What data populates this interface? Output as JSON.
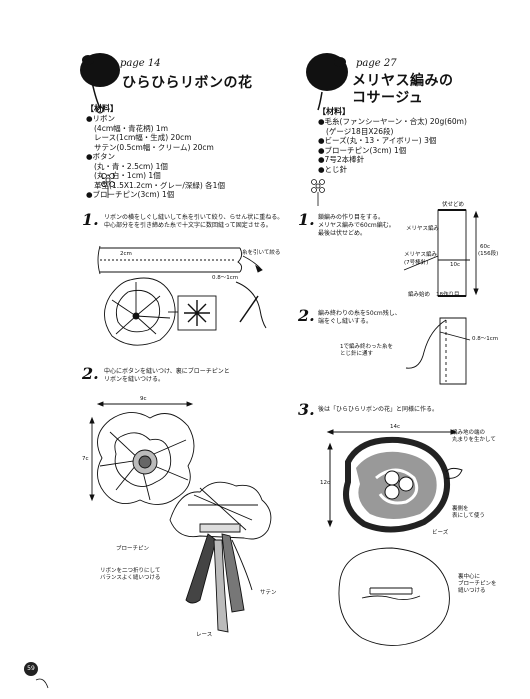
{
  "left": {
    "page_label": "page 14",
    "title": "ひらひらリボンの花",
    "materials_header": "【材料】",
    "materials": [
      "●リボン",
      "(4cm幅・青花柄) 1m",
      "レース(1cm幅・生成) 20cm",
      "サテン(0.5cm幅・クリーム) 20cm",
      "●ボタン",
      "(丸・青・2.5cm) 1個",
      "(丸・白・1cm) 1個",
      "革型(1.5X1.2cm・グレー/深緑) 各1個",
      "●ブローチピン(3cm) 1個"
    ],
    "step1": {
      "num": "1.",
      "text": [
        "リボンの横をしぐし縫いして糸を引いて絞り、らせん状に重ねる。",
        "中心部分をを引き締めた糸で十文字に数回縫って固定させる。"
      ],
      "label_2cm": "2cm",
      "label_pull": "糸を引いて絞る",
      "label_spacing": "0.8〜1cm"
    },
    "step2": {
      "num": "2.",
      "text": [
        "中心にボタンを縫いつけ、裏にブローチピンと",
        "リボンを縫いつける。"
      ],
      "label_w": "9c",
      "label_h": "7c",
      "label_pin": "ブローチピン",
      "label_fold": [
        "リボンを二つ折りにして",
        "バランスよく縫いつける"
      ],
      "label_satin": "サテン",
      "label_lace": "レース"
    },
    "page_number": "59"
  },
  "right": {
    "page_label": "page 27",
    "title_line1": "メリヤス編みの",
    "title_line2": "コサージュ",
    "materials_header": "【材料】",
    "materials": [
      "●毛糸(ファンシーヤーン・合太) 20g(60m)",
      "(ゲージ18目X26段)",
      "●ビーズ(丸・13・アイボリー) 3個",
      "●ブローチピン(3cm) 1個",
      "●7号2本棒針",
      "●とじ針"
    ],
    "step1": {
      "num": "1.",
      "text": [
        "鎖編みの作り目をする。",
        "メリヤス編みで60cm編む。",
        "最後は伏せどめ。"
      ],
      "label_bind": "伏せどめ",
      "label_knit": "メリヤス編み",
      "label_needle": "(7号棒針)",
      "label_10c": "10c",
      "label_60c": "60c",
      "label_rows": "(156段)",
      "label_start": "編み始め",
      "label_cast": "18作り目"
    },
    "step2": {
      "num": "2.",
      "text": [
        "編み終わりの糸を50cm残し、",
        "端をぐし縫いする。"
      ],
      "label_pull": [
        "1で編み終わった糸を",
        "とじ針に通す"
      ],
      "label_spacing": "0.8〜1cm"
    },
    "step3": {
      "num": "3.",
      "text": "後は「ひらひらリボンの花」と同様に作る。",
      "label_w": "14c",
      "label_h": "12c",
      "label_edge": [
        "編み地の端の",
        "丸まりを生かして"
      ],
      "label_back": [
        "裏側を",
        "表にして使う"
      ],
      "label_beads": "ビーズ",
      "label_pin": [
        "裏中心に",
        "ブローチピンを",
        "縫いつける"
      ]
    }
  }
}
